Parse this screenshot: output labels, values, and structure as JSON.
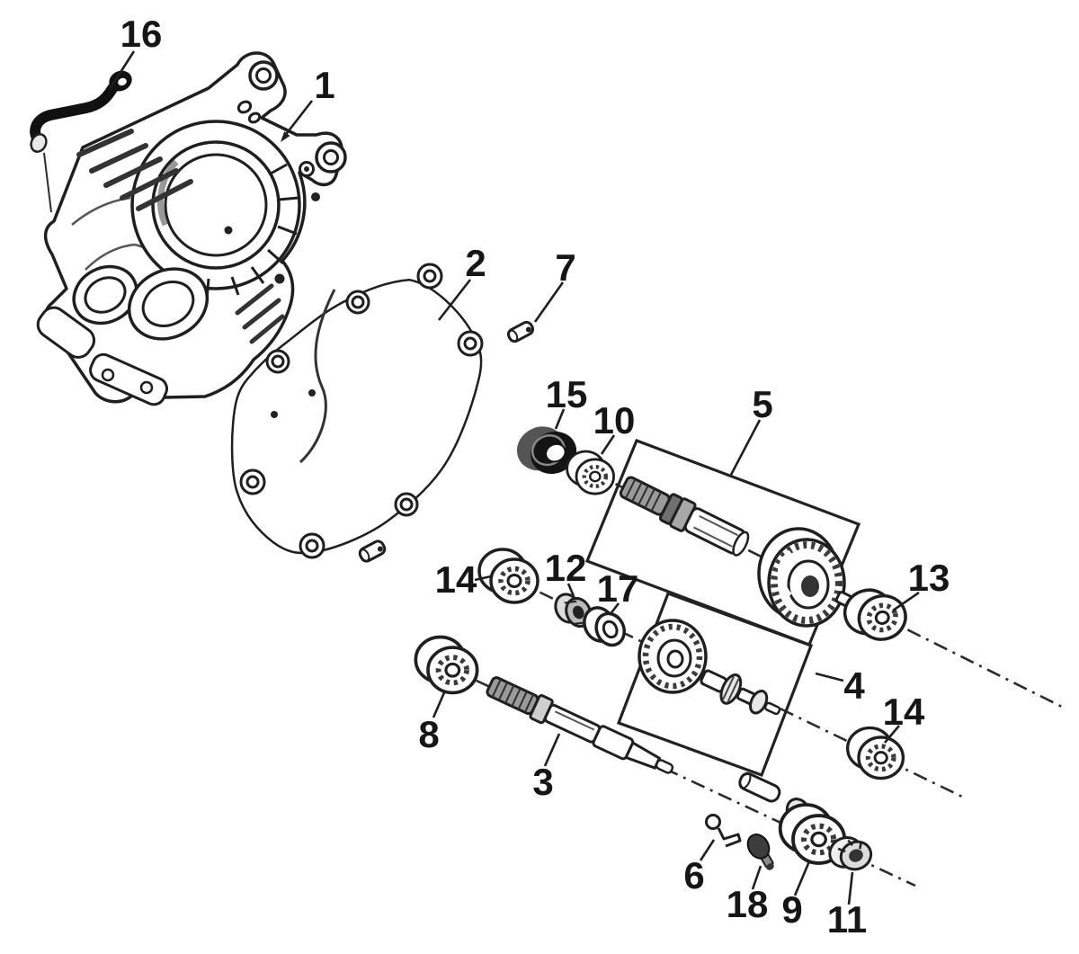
{
  "figure": {
    "background": "#ffffff",
    "ink": "#1f1f1f",
    "callouts": [
      {
        "id": "c16",
        "label": "16"
      },
      {
        "id": "c1",
        "label": "1"
      },
      {
        "id": "c2",
        "label": "2"
      },
      {
        "id": "c7",
        "label": "7"
      },
      {
        "id": "c15",
        "label": "15"
      },
      {
        "id": "c10",
        "label": "10"
      },
      {
        "id": "c5",
        "label": "5"
      },
      {
        "id": "c14L",
        "label": "14"
      },
      {
        "id": "c12",
        "label": "12"
      },
      {
        "id": "c17",
        "label": "17"
      },
      {
        "id": "c13",
        "label": "13"
      },
      {
        "id": "c4",
        "label": "4"
      },
      {
        "id": "c8",
        "label": "8"
      },
      {
        "id": "c3",
        "label": "3"
      },
      {
        "id": "c14R",
        "label": "14"
      },
      {
        "id": "c6",
        "label": "6"
      },
      {
        "id": "c18",
        "label": "18"
      },
      {
        "id": "c9",
        "label": "9"
      },
      {
        "id": "c11",
        "label": "11"
      }
    ]
  }
}
